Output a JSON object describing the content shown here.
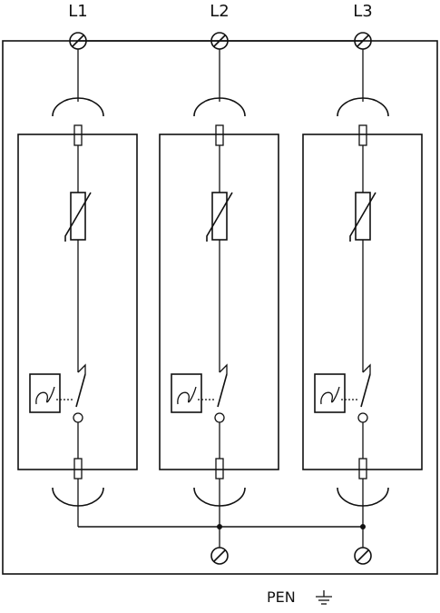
{
  "diagram": {
    "phases": [
      {
        "label": "L1"
      },
      {
        "label": "L2"
      },
      {
        "label": "L3"
      }
    ],
    "ground": {
      "label": "PEN",
      "icon": "earth-ground-icon"
    },
    "module_icons": {
      "terminal": "screw-terminal-icon",
      "varistor": "varistor-icon",
      "thermal_disconnector": "thermal-disconnector-icon",
      "switch": "switch-contact-icon",
      "plug": "plug-contact-icon"
    },
    "colors": {
      "line": "#111111",
      "background": "#ffffff"
    }
  }
}
